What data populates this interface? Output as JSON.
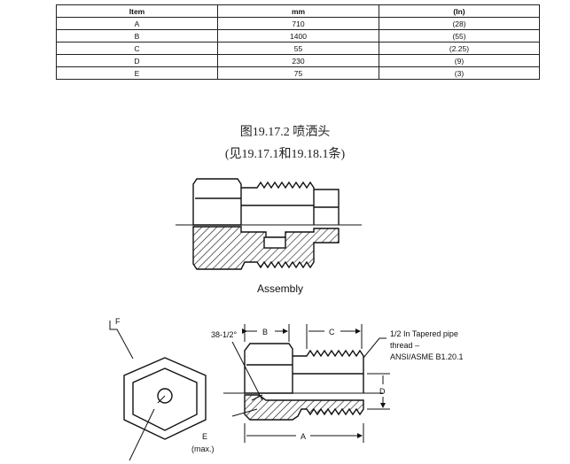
{
  "table": {
    "headers": [
      "Item",
      "mm",
      "(In)"
    ],
    "rows": [
      [
        "A",
        "710",
        "(28)"
      ],
      [
        "B",
        "1400",
        "(55)"
      ],
      [
        "C",
        "55",
        "(2.25)"
      ],
      [
        "D",
        "230",
        "(9)"
      ],
      [
        "E",
        "75",
        "(3)"
      ]
    ]
  },
  "caption": {
    "title": "图19.17.2  喷洒头",
    "subtitle": "(见19.17.1和19.18.1条)"
  },
  "drawing": {
    "assembly_label": "Assembly",
    "label_f": "F",
    "label_angle": "38-1/2°",
    "label_b": "B",
    "label_c": "C",
    "label_d": "D",
    "label_e": "E",
    "label_max": "(max.)",
    "label_a": "A",
    "pipe_note_1": "1/2 In Tapered pipe",
    "pipe_note_2": "thread –",
    "pipe_note_3": "ANSI/ASME B1.20.1"
  }
}
